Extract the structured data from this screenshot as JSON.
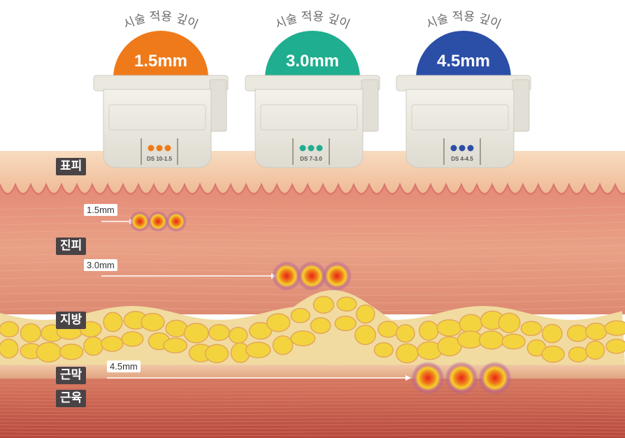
{
  "cartridges": [
    {
      "arc_label": "시술 적용 깊이",
      "depth_label": "1.5mm",
      "model": "DS 10-1.5",
      "color": "#ef7a1a"
    },
    {
      "arc_label": "시술 적용 깊이",
      "depth_label": "3.0mm",
      "model": "DS 7-3.0",
      "color": "#1fae8f"
    },
    {
      "arc_label": "시술 적용 깊이",
      "depth_label": "4.5mm",
      "model": "DS 4-4.5",
      "color": "#2b4ea7"
    }
  ],
  "layers": {
    "epidermis": "표피",
    "dermis": "진피",
    "fat": "지방",
    "fascia": "근막",
    "muscle": "근육"
  },
  "depth_markers": [
    {
      "label": "1.5mm"
    },
    {
      "label": "3.0mm"
    },
    {
      "label": "4.5mm"
    }
  ],
  "colors": {
    "epidermis": "#f5cfae",
    "dermis": "#e6957f",
    "fat": "#f2d84a",
    "muscle": "#c8604f",
    "label_bg": "#4a4346"
  }
}
